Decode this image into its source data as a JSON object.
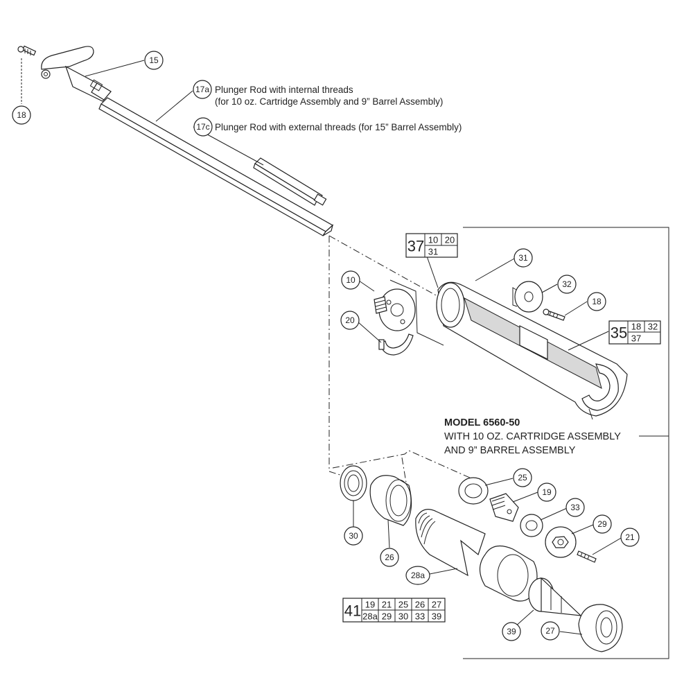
{
  "callouts": {
    "c15": "15",
    "c18a": "18",
    "c17a": "17a",
    "c17c": "17c",
    "c31": "31",
    "c32": "32",
    "c18b": "18",
    "c10": "10",
    "c20": "20",
    "c25": "25",
    "c19": "19",
    "c33": "33",
    "c29": "29",
    "c21": "21",
    "c30": "30",
    "c26": "26",
    "c28a": "28a",
    "c39": "39",
    "c27": "27"
  },
  "notes": {
    "n17a_line1": "Plunger Rod with internal threads",
    "n17a_line2": "(for 10 oz. Cartridge  Assembly and 9” Barrel Assembly)",
    "n17c": "Plunger Rod with external threads (for 15” Barrel Assembly)"
  },
  "model": {
    "line1": "MODEL 6560-50",
    "line2": "WITH 10 OZ. CARTRIDGE ASSEMBLY",
    "line3": "AND 9” BARREL ASSEMBLY"
  },
  "kits": {
    "k37": {
      "id": "37",
      "r1": [
        "10",
        "20"
      ],
      "r2": [
        "31"
      ]
    },
    "k35": {
      "id": "35",
      "r1": [
        "18",
        "32"
      ],
      "r2": [
        "37"
      ]
    },
    "k41": {
      "id": "41",
      "r1": [
        "19",
        "21",
        "25",
        "26",
        "27"
      ],
      "r2": [
        "28a",
        "29",
        "30",
        "33",
        "39"
      ]
    }
  }
}
